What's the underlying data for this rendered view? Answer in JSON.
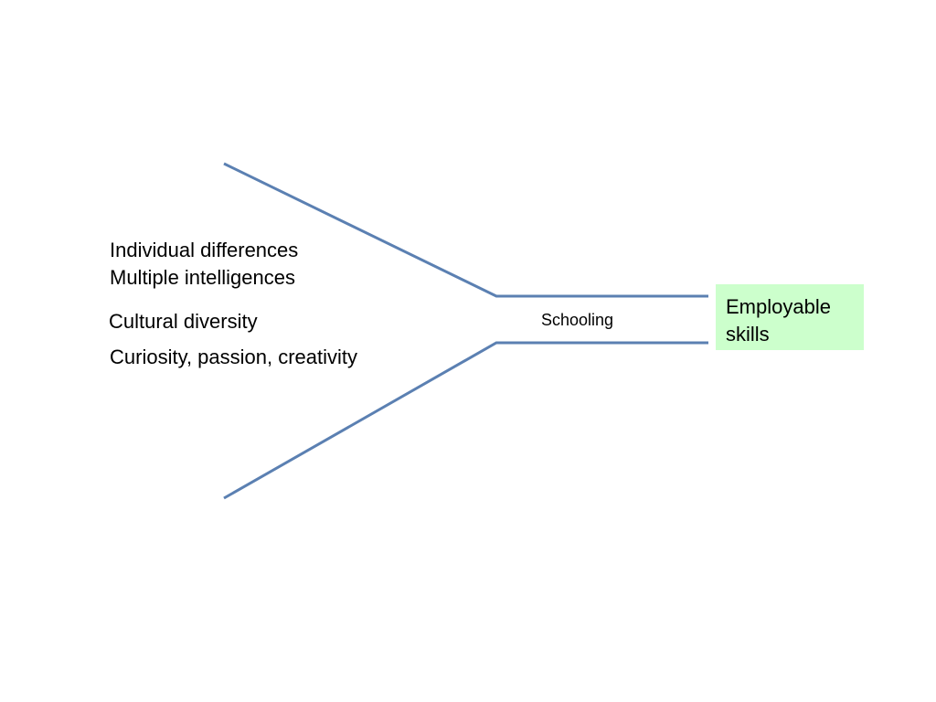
{
  "diagram": {
    "inputs": [
      "Individual differences",
      "Multiple intelligences",
      "Cultural diversity",
      "Curiosity, passion, creativity"
    ],
    "process_label": "Schooling",
    "output": {
      "lines": [
        "Employable",
        "skills"
      ]
    }
  },
  "colors": {
    "line": "#5b80b2",
    "output_fill": "#ccffcc"
  }
}
